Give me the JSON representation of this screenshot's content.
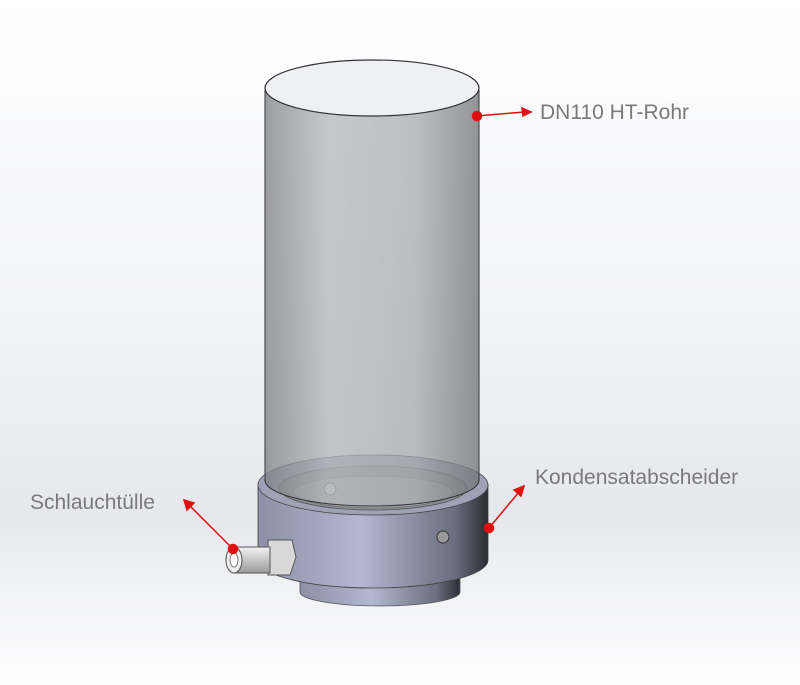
{
  "labels": {
    "pipe": "DN110 HT-Rohr",
    "separator": "Kondensatabscheider",
    "hose_nozzle": "Schlauchtülle"
  },
  "colors": {
    "pointer": "#e01010",
    "label_text": "#7a7a7a",
    "ring": "#a9adc6"
  }
}
